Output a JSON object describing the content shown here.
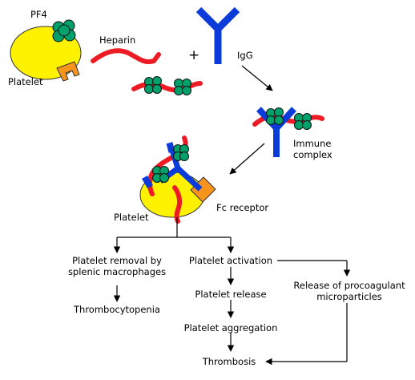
{
  "colors": {
    "platelet": "#FFF200",
    "fc_receptor": "#F7941D",
    "heparin": "#ED1C24",
    "pf4": "#00A06B",
    "igg": "#0B3BD9",
    "line": "#000000"
  },
  "labels": {
    "pf4": "PF4",
    "heparin": "Heparin",
    "platelet_top": "Platelet",
    "plus": "+",
    "igg": "IgG",
    "immune_complex": [
      "Immune",
      "complex"
    ],
    "platelet_bottom": "Platelet",
    "fc_receptor": "Fc receptor"
  },
  "flow": {
    "removal": [
      "Platelet removal by",
      "splenic macrophages"
    ],
    "thrombocytopenia": "Thrombocytopenia",
    "activation": "Platelet activation",
    "release": "Platelet release",
    "aggregation": "Platelet aggregation",
    "thrombosis": "Thrombosis",
    "microparticles": [
      "Release of procoagulant",
      "microparticles"
    ]
  }
}
